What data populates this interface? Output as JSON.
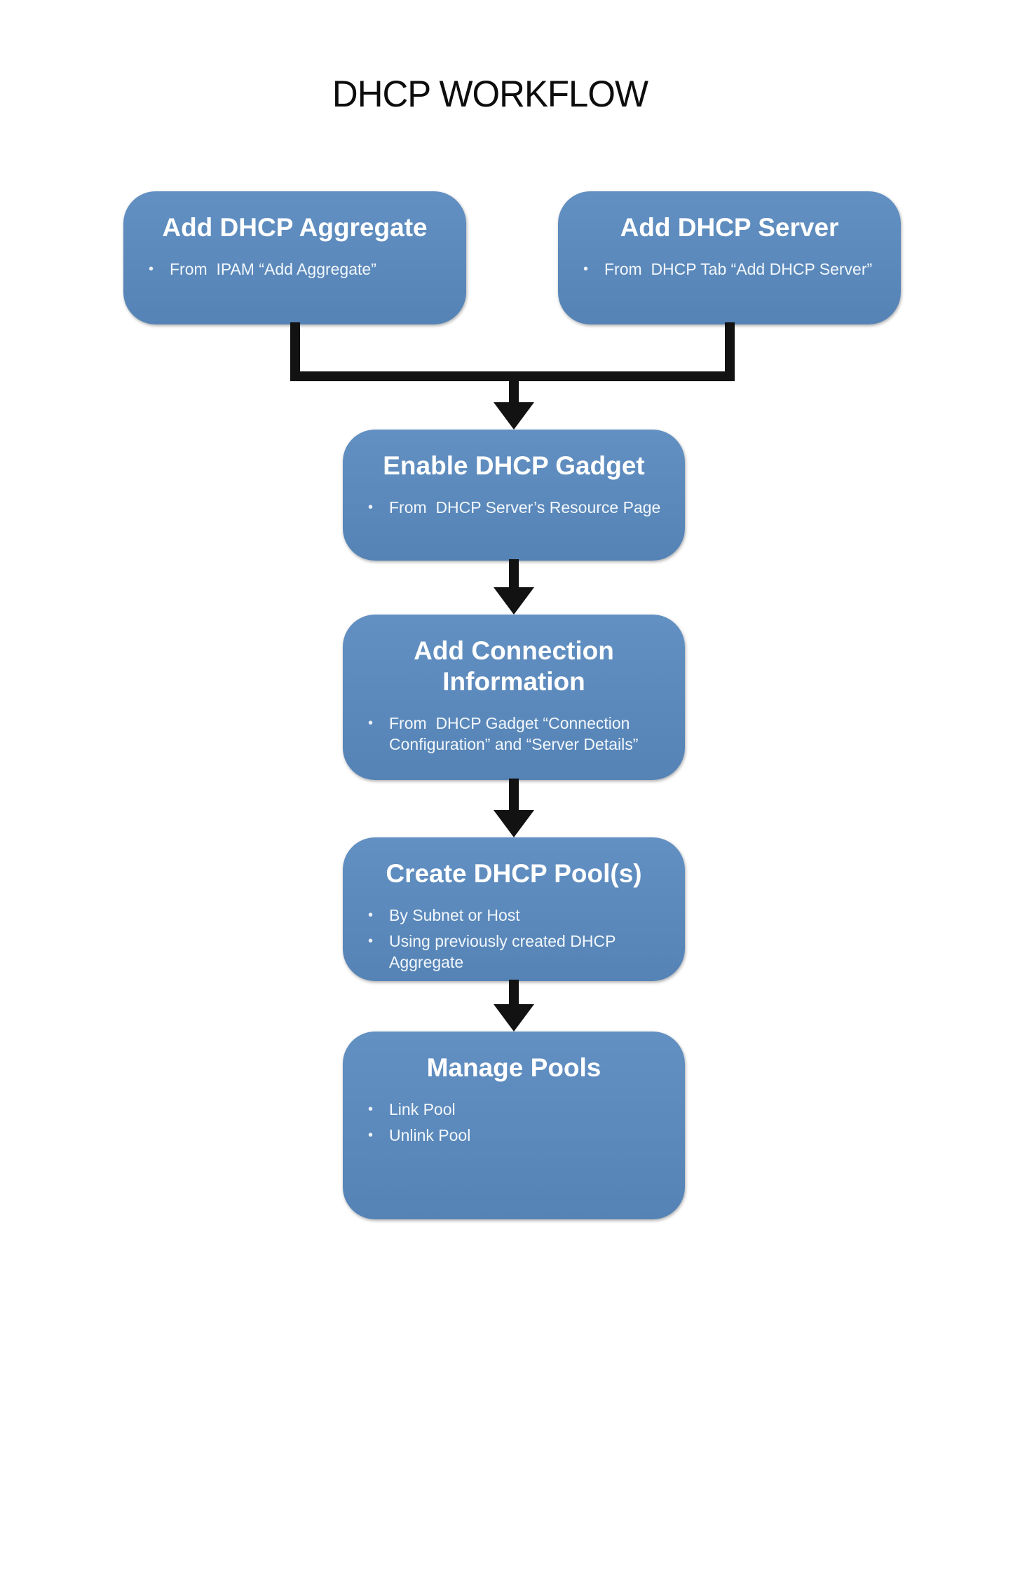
{
  "page": {
    "title": "DHCP WORKFLOW"
  },
  "colors": {
    "node_fill": "#5b89bb",
    "node_fill_light": "#6290c2",
    "node_fill_dark": "#5583b5",
    "node_title_text": "#ffffff",
    "node_bullet_text": "#f2f7fc",
    "connector": "#121212",
    "background": "#ffffff",
    "page_title_text": "#0d0d0d"
  },
  "nodes": [
    {
      "id": "add-dhcp-aggregate",
      "title": "Add DHCP Aggregate",
      "bullets": [
        "From  IPAM “Add Aggregate”"
      ]
    },
    {
      "id": "add-dhcp-server",
      "title": "Add DHCP Server",
      "bullets": [
        "From  DHCP Tab “Add DHCP Server”"
      ]
    },
    {
      "id": "enable-dhcp-gadget",
      "title": "Enable DHCP Gadget",
      "bullets": [
        "From  DHCP Server’s Resource Page"
      ]
    },
    {
      "id": "add-connection-information",
      "title": "Add Connection Information",
      "bullets": [
        "From  DHCP Gadget “Connection Configuration” and “Server Details”"
      ]
    },
    {
      "id": "create-dhcp-pools",
      "title": "Create DHCP Pool(s)",
      "bullets": [
        "By Subnet or Host",
        "Using previously created DHCP Aggregate"
      ]
    },
    {
      "id": "manage-pools",
      "title": "Manage Pools",
      "bullets": [
        "Link Pool",
        "Unlink Pool"
      ]
    }
  ],
  "bullet_glyph": "•"
}
